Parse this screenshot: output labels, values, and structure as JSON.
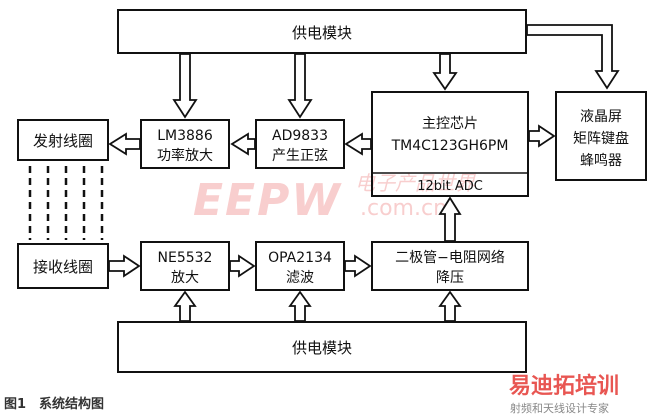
{
  "diagram": {
    "power_top": "供电模块",
    "power_bottom": "供电模块",
    "transmit_coil": "发射线圈",
    "receive_coil": "接收线圈",
    "lm3886": [
      "LM3886",
      "功率放大"
    ],
    "ad9833": [
      "AD9833",
      "产生正弦"
    ],
    "mcu": [
      "主控芯片",
      "TM4C123GH6PM"
    ],
    "adc": "12bit ADC",
    "display": [
      "液晶屏",
      "矩阵键盘",
      "蜂鸣器"
    ],
    "ne5532": [
      "NE5532",
      "放大"
    ],
    "opa2134": [
      "OPA2134",
      "滤波"
    ],
    "diode_net": [
      "二极管−电阻网络",
      "降压"
    ]
  },
  "caption": "图1　系统结构图",
  "watermarks": {
    "eepw": "EEPW",
    "eepw_cn": "电子产品世界",
    "eepw_url": ".com.cn",
    "site_cn": "易迪拓培训",
    "site_tagline": "射频和天线设计专家"
  },
  "colors": {
    "line": "#111111",
    "watermark_red": "#e53935",
    "watermark_pink": "#f3a7a7",
    "caption": "#333333"
  }
}
